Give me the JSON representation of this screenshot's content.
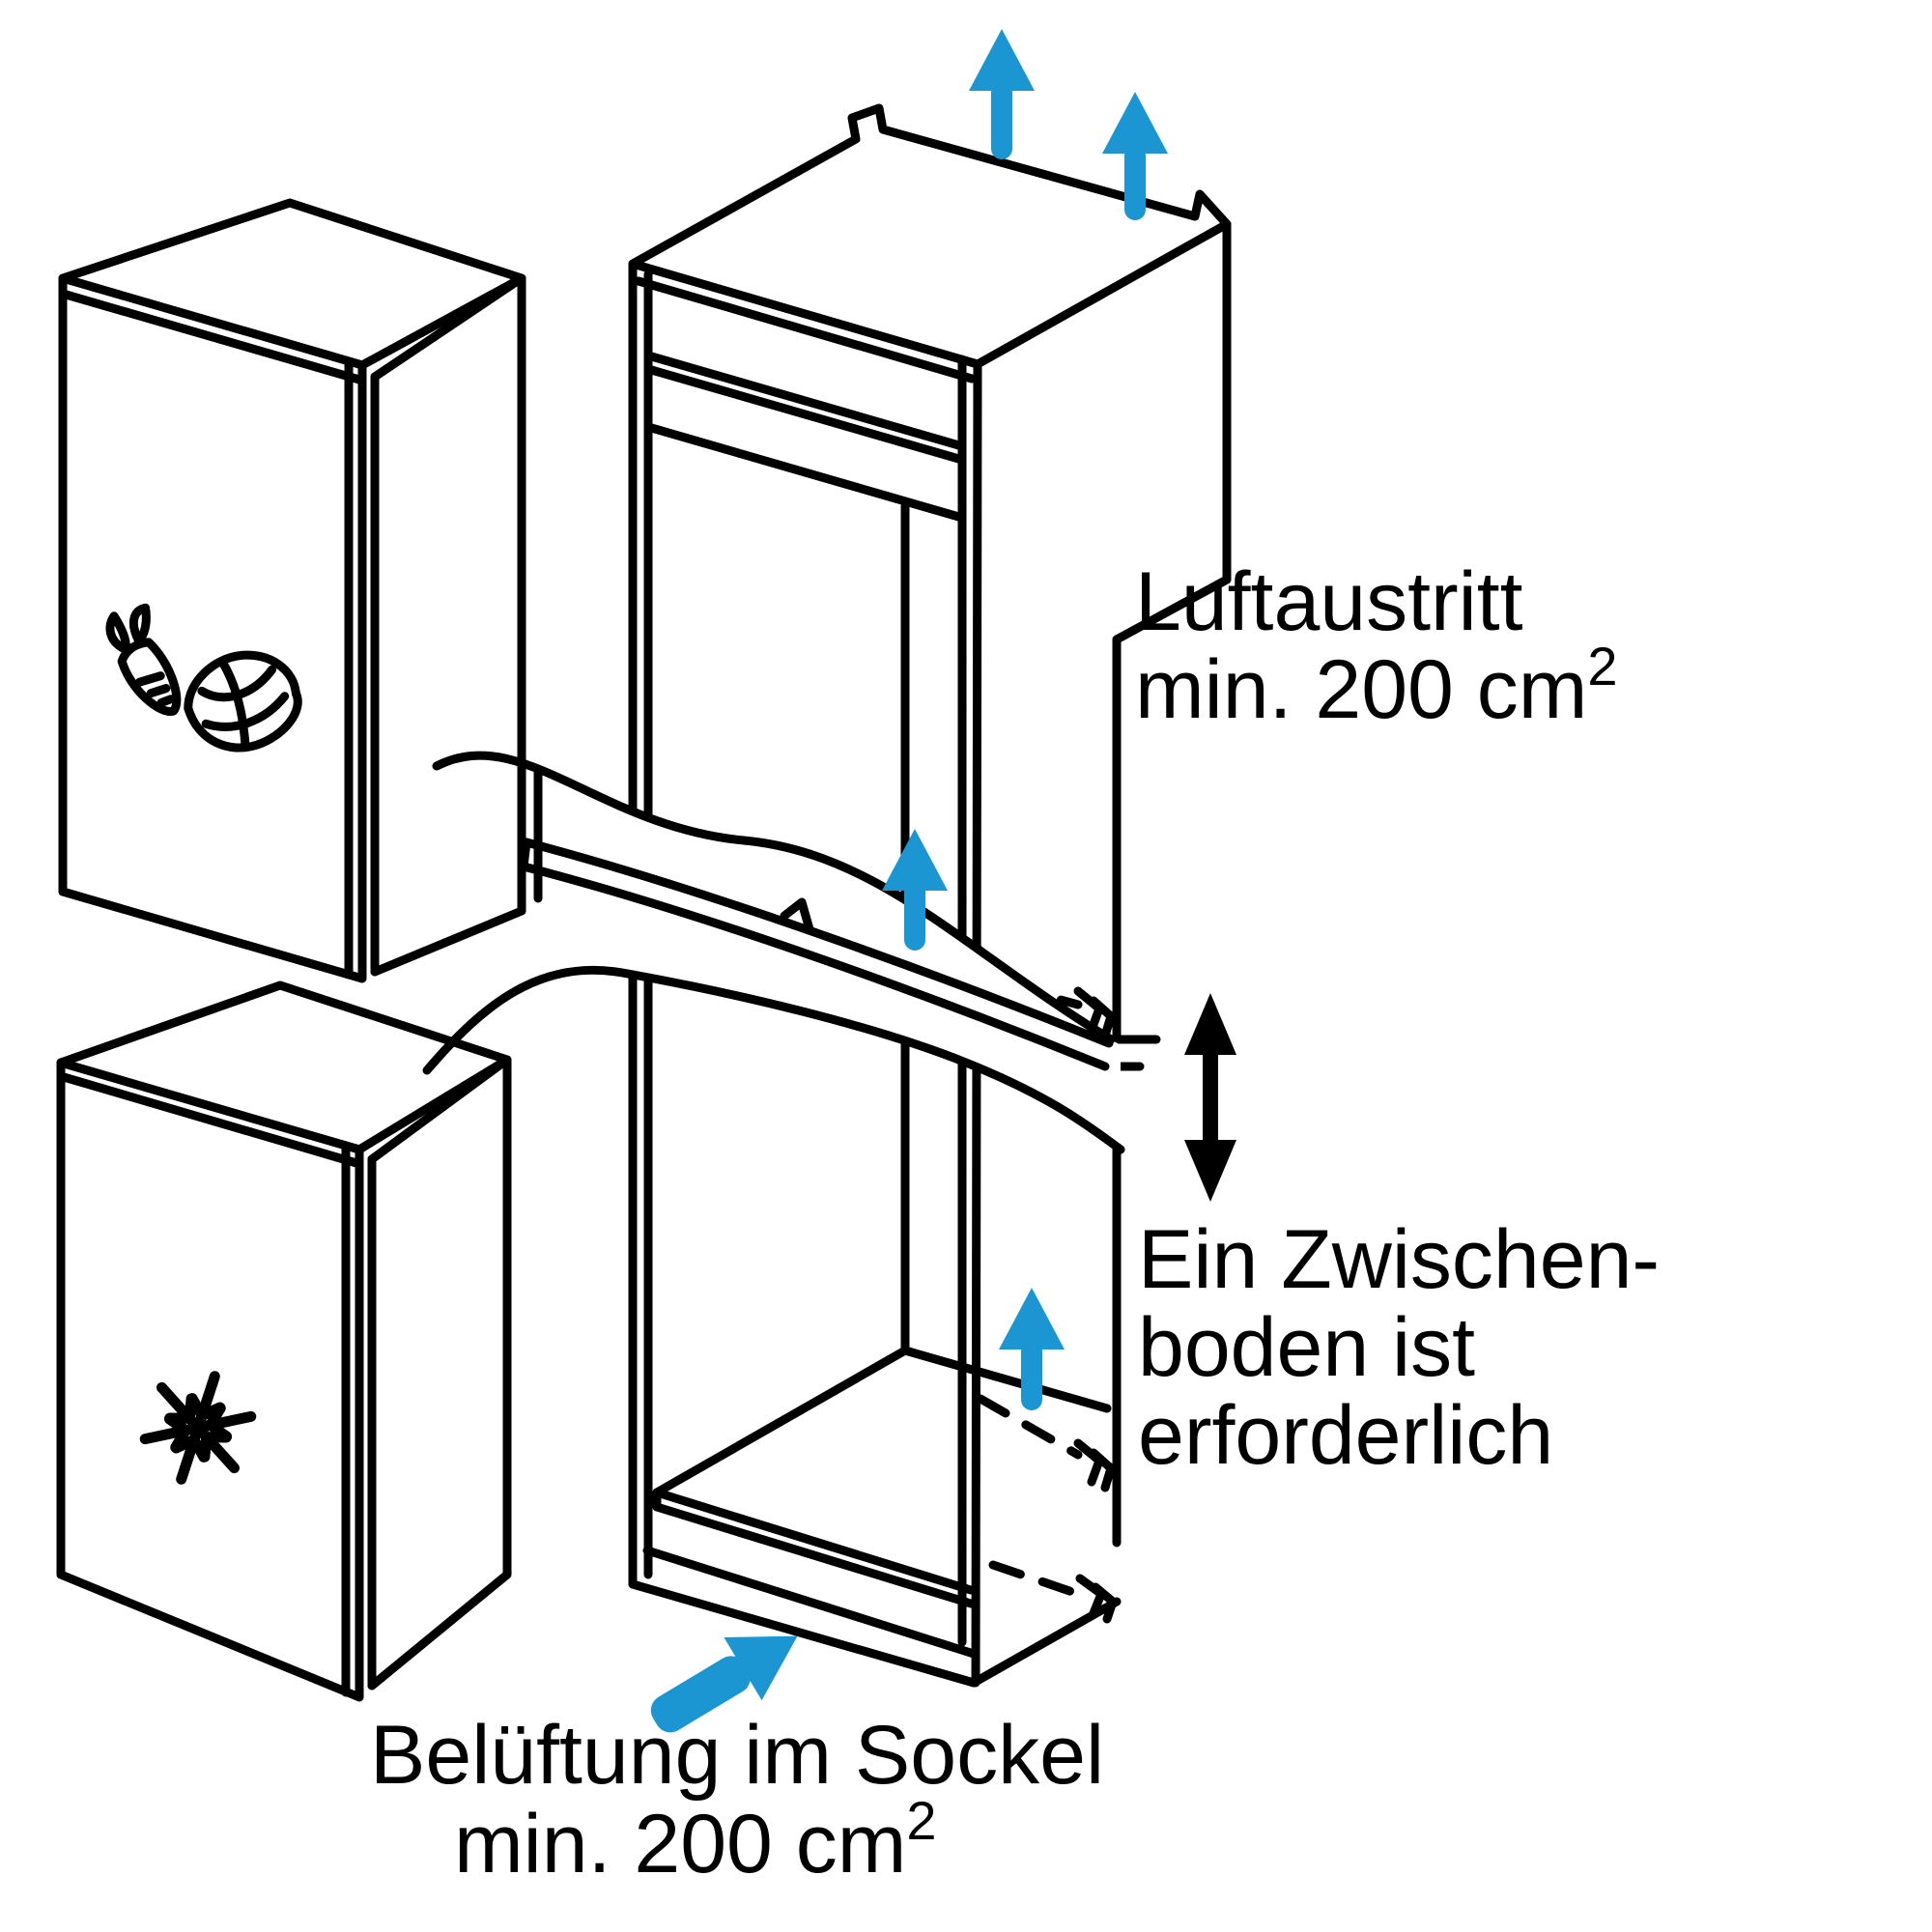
{
  "diagram": {
    "title": "Built-in refrigerator niche installation diagram",
    "colors": {
      "arrow_blue": "#1b96d2",
      "line_black": "#000000",
      "background": "#ffffff"
    },
    "labels": {
      "air_outlet": {
        "line1": "Luftaustritt",
        "line2_prefix": "min. 200 cm",
        "line2_sup": "2"
      },
      "intermediate_shelf": {
        "line1": "Ein Zwischen-",
        "line2": "boden ist",
        "line3": "erforderlich"
      },
      "base_ventilation": {
        "line1": "Belüftung im Sockel",
        "line2_prefix": "min. 200 cm",
        "line2_sup": "2"
      }
    },
    "icons": {
      "fresh_food_door": [
        "carrot-icon",
        "cabbage-icon"
      ],
      "freezer_door": "snowflake-icon",
      "air_flow": "blue-up-arrow-icon",
      "base_air_inlet": "blue-diagonal-arrow-icon",
      "shelf_height_adjust": "black-double-arrow-icon"
    }
  }
}
